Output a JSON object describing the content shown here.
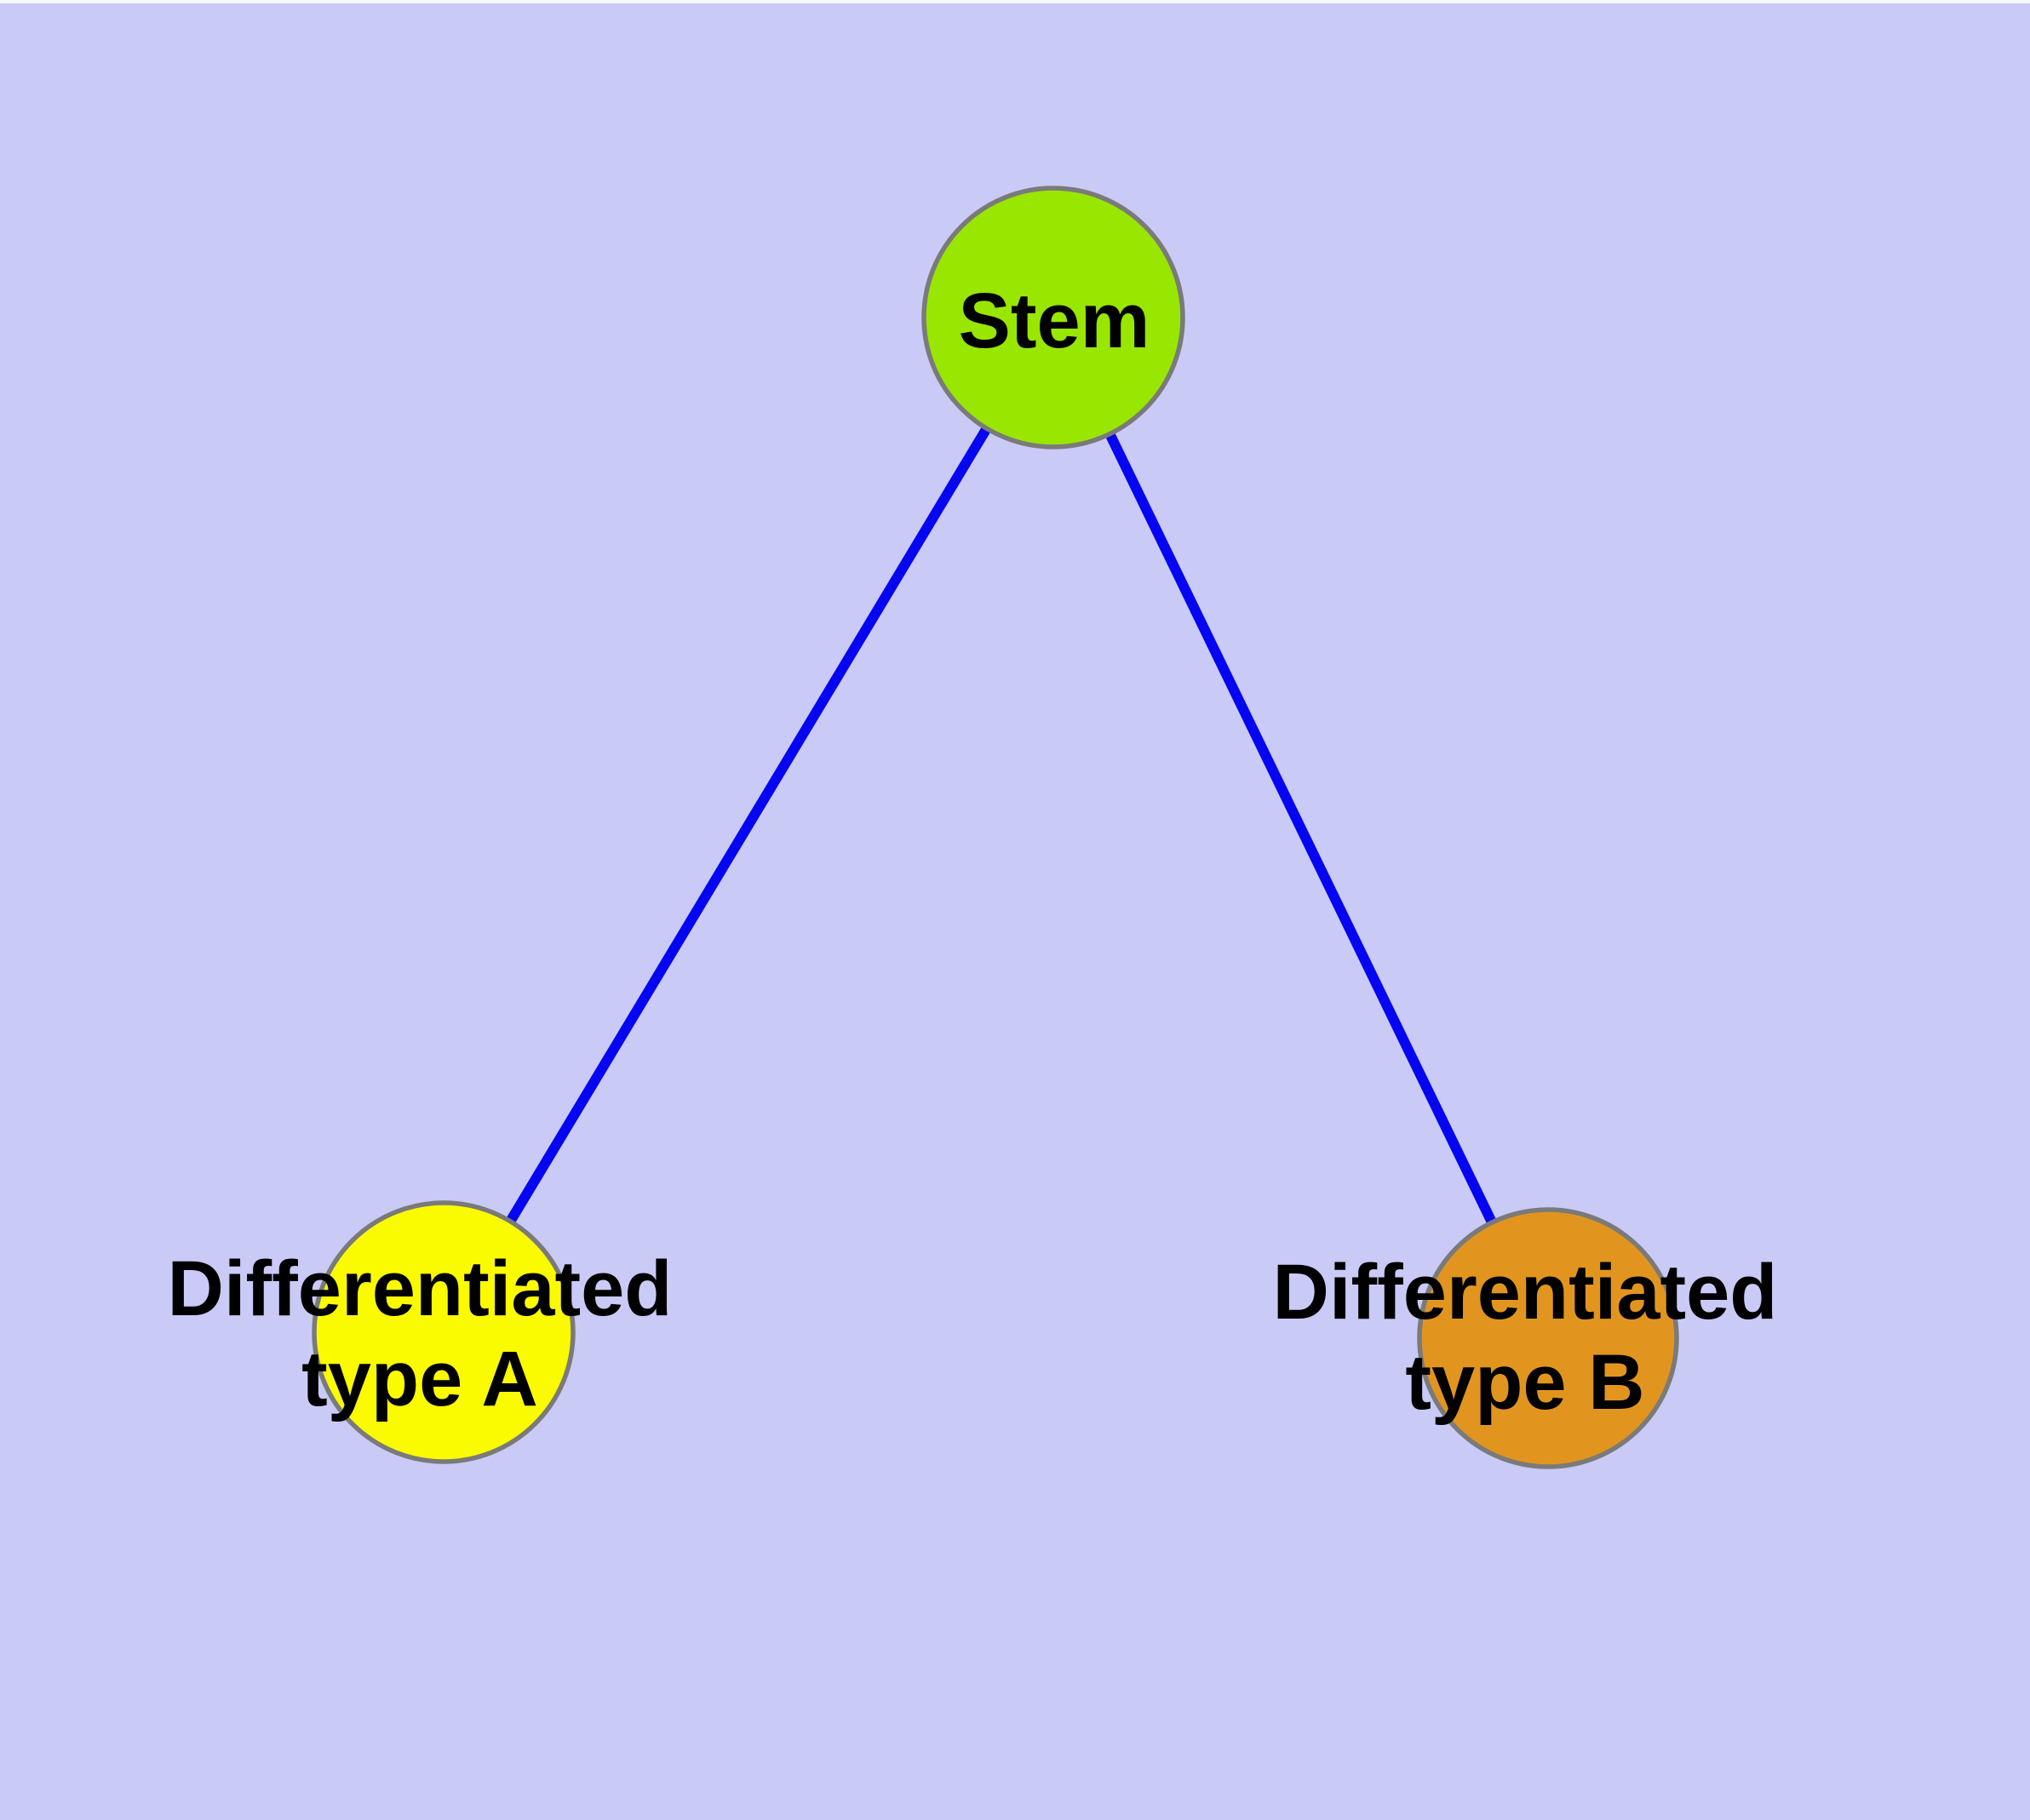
{
  "diagram": {
    "background_color": "#CACAF7",
    "edge_color": "#0505F2",
    "node_border_color": "#7A7A7A",
    "label_color": "#000000",
    "nodes": [
      {
        "id": "stem",
        "label": "Stem",
        "fill": "#99E600"
      },
      {
        "id": "differentiated-type-a",
        "label_line1": "Differentiated",
        "label_line2": "type A",
        "fill": "#FBFB00"
      },
      {
        "id": "differentiated-type-b",
        "label_line1": "Differentiated",
        "label_line2": "type B",
        "fill": "#E2951E"
      }
    ],
    "edges": [
      {
        "from": "Stem",
        "to": "Differentiated type A"
      },
      {
        "from": "Stem",
        "to": "Differentiated type B"
      }
    ]
  }
}
